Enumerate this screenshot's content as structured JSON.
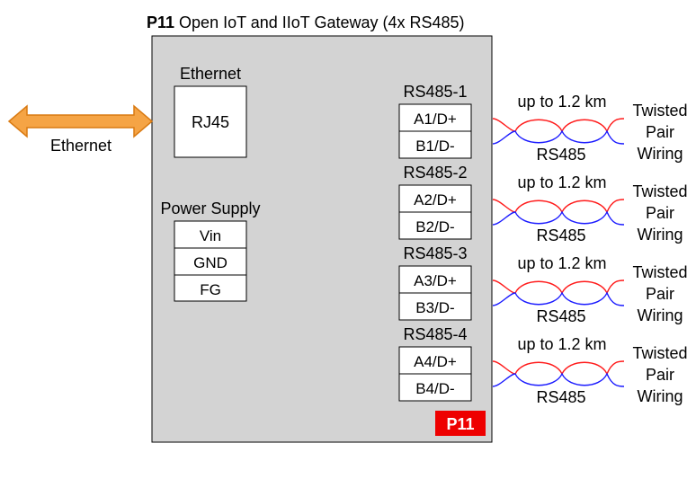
{
  "title": {
    "bold": "P11",
    "rest": " Open IoT and IIoT Gateway (4x RS485)"
  },
  "ethernet": {
    "port_label": "Ethernet",
    "connector": "RJ45",
    "external_label": "Ethernet"
  },
  "power_supply": {
    "label": "Power Supply",
    "pins": [
      "Vin",
      "GND",
      "FG"
    ]
  },
  "rs485_ports": [
    {
      "name": "RS485-1",
      "a": "A1/D+",
      "b": "B1/D-",
      "distance": "up to 1.2 km",
      "bus": "RS485",
      "wiring": [
        "Twisted",
        "Pair",
        "Wiring"
      ]
    },
    {
      "name": "RS485-2",
      "a": "A2/D+",
      "b": "B2/D-",
      "distance": "up to 1.2 km",
      "bus": "RS485",
      "wiring": [
        "Twisted",
        "Pair",
        "Wiring"
      ]
    },
    {
      "name": "RS485-3",
      "a": "A3/D+",
      "b": "B3/D-",
      "distance": "up to 1.2 km",
      "bus": "RS485",
      "wiring": [
        "Twisted",
        "Pair",
        "Wiring"
      ]
    },
    {
      "name": "RS485-4",
      "a": "A4/D+",
      "b": "B4/D-",
      "distance": "up to 1.2 km",
      "bus": "RS485",
      "wiring": [
        "Twisted",
        "Pair",
        "Wiring"
      ]
    }
  ],
  "badge": "P11",
  "colors": {
    "device_fill": "#d3d3d3",
    "arrow_fill": "#f5a445",
    "arrow_stroke": "#d97a12",
    "badge_fill": "#ee0000",
    "wire_a": "#ff1a1a",
    "wire_b": "#1a1aff"
  }
}
